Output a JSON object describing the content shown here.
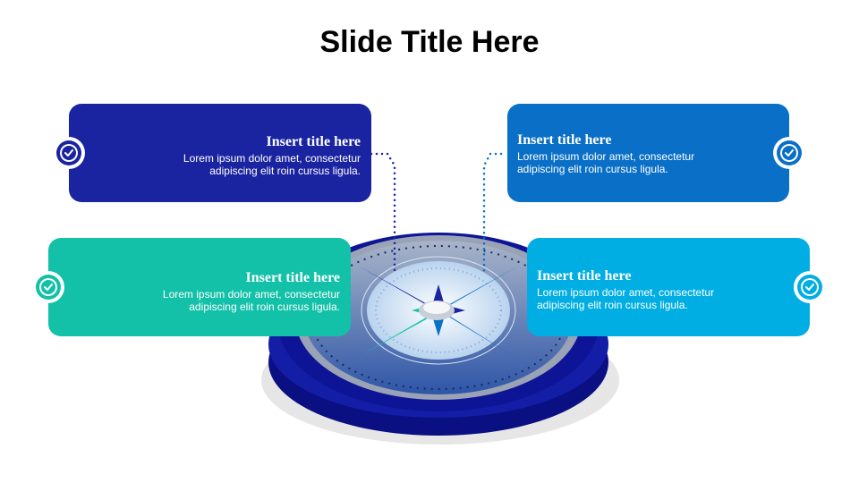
{
  "slide": {
    "title": "Slide Title Here"
  },
  "cards": [
    {
      "id": "top-left",
      "title": "Insert title here",
      "line1": "Lorem ipsum dolor amet, consectetur",
      "line2": "adipiscing elit roin cursus ligula.",
      "color": "#1b24a0"
    },
    {
      "id": "top-right",
      "title": "Insert title here",
      "line1": "Lorem ipsum dolor amet, consectetur",
      "line2": "adipiscing elit roin cursus ligula.",
      "color": "#0a6fc7"
    },
    {
      "id": "mid-left",
      "title": "Insert title here",
      "line1": "Lorem ipsum dolor amet, consectetur",
      "line2": "adipiscing elit roin cursus ligula.",
      "color": "#12c1a8"
    },
    {
      "id": "mid-right",
      "title": "Insert title here",
      "line1": "Lorem ipsum dolor amet, consectetur",
      "line2": "adipiscing elit roin cursus ligula.",
      "color": "#00aee3"
    }
  ],
  "icons": {
    "badge": "check-shield-icon",
    "center": "compass-icon"
  },
  "colors": {
    "compass_rim": "#0d1596",
    "compass_face": "#4a6fb0"
  }
}
